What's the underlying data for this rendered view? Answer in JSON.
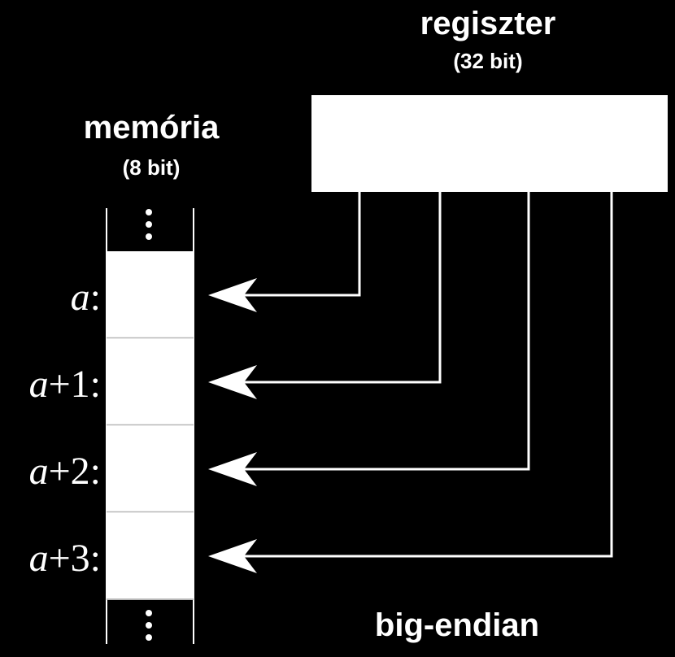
{
  "register": {
    "title": "regiszter",
    "subtitle": "(32 bit)"
  },
  "memory": {
    "title": "memória",
    "subtitle": "(8 bit)",
    "ellipsis": "⋮",
    "cells": [
      {
        "var": "a",
        "suffix": ":"
      },
      {
        "var": "a",
        "suffix": "+1:"
      },
      {
        "var": "a",
        "suffix": "+2:"
      },
      {
        "var": "a",
        "suffix": "+3:"
      }
    ]
  },
  "caption": "big-endian",
  "colors": {
    "background": "#000000",
    "foreground": "#ffffff",
    "divider": "#b8b8b8"
  }
}
